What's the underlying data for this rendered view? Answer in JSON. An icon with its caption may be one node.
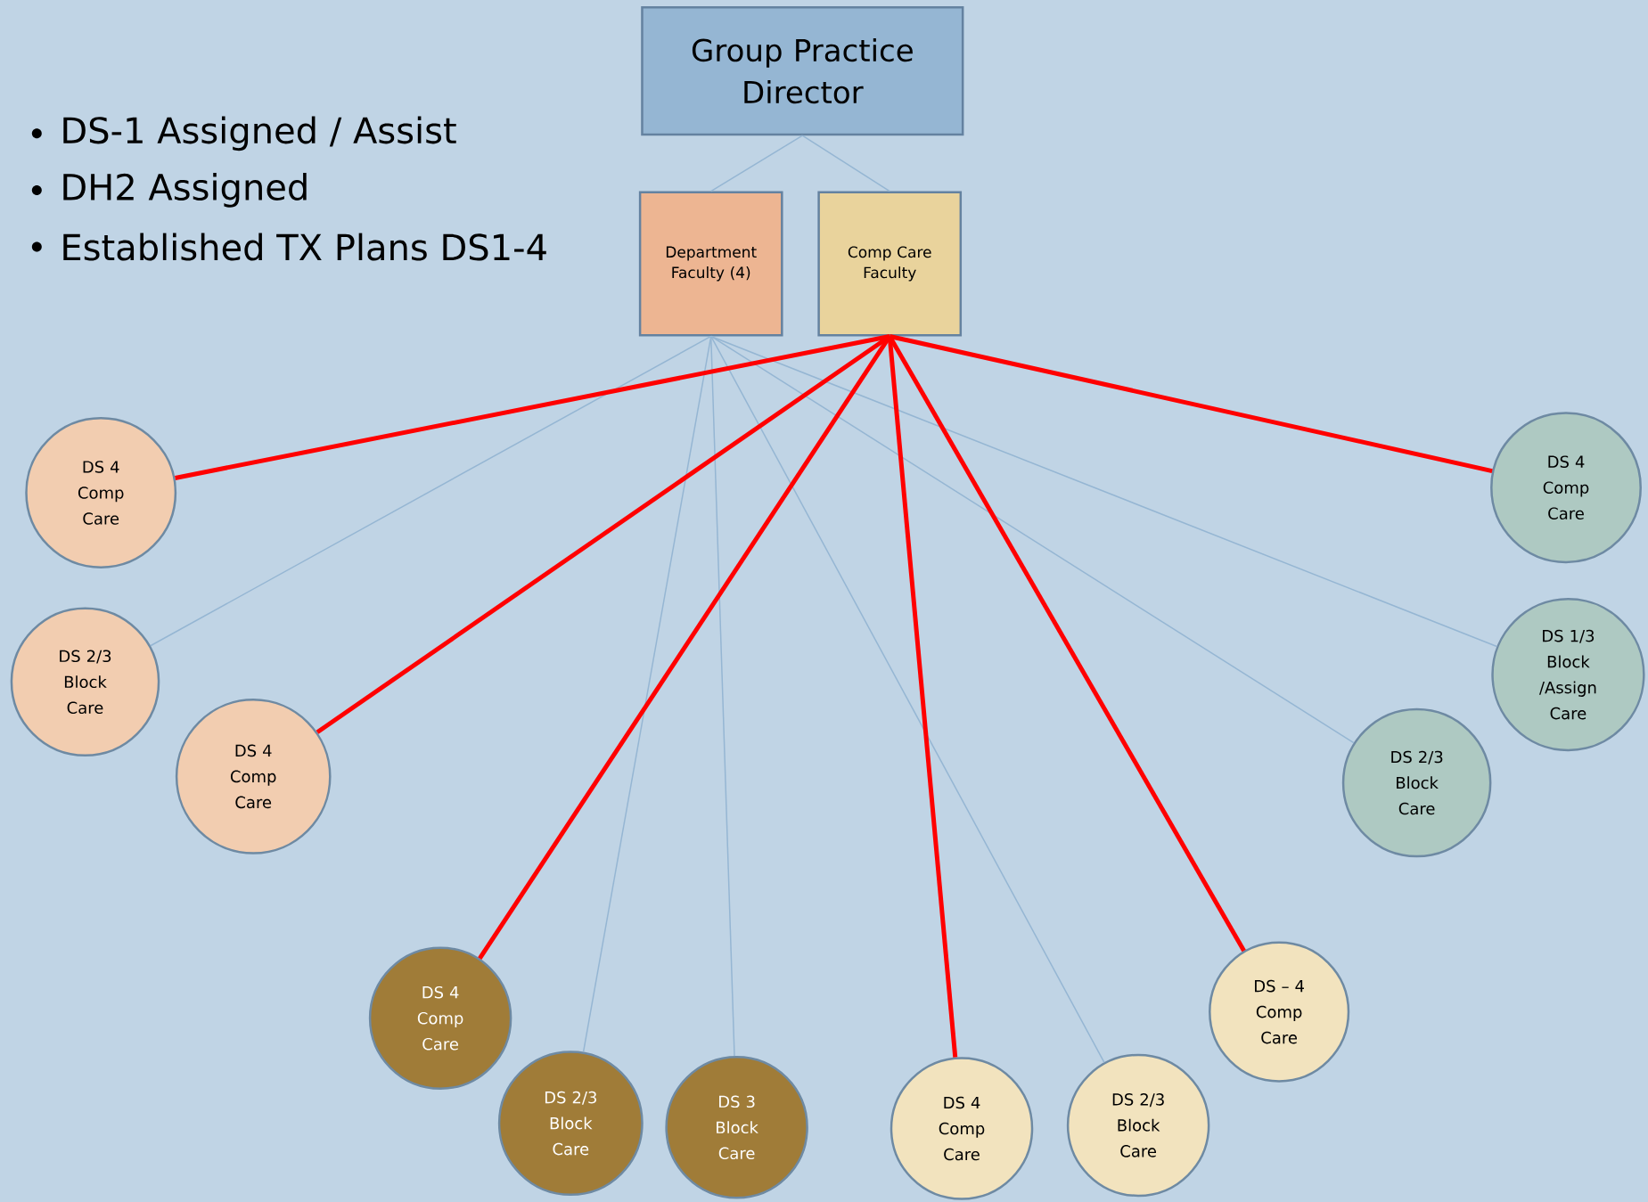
{
  "diagram": {
    "nodes": [
      {
        "text": [
          "Group Practice Director"
        ]
      },
      {
        "text": [
          "Department Faculty (4)"
        ]
      },
      {
        "text": [
          "Comp Care Faculty"
        ]
      },
      {
        "text": [
          "DS 4 Comp Care"
        ]
      },
      {
        "text": [
          "DS 2/3 Block Care"
        ]
      },
      {
        "text": [
          "DS 4 Comp Care"
        ]
      },
      {
        "text": [
          "DS 4 Comp Care"
        ]
      },
      {
        "text": [
          "DS 2/3 Block Care"
        ]
      },
      {
        "text": [
          "DS 3 Block Care"
        ]
      },
      {
        "text": [
          "DS 4 Comp Care"
        ]
      },
      {
        "text": [
          "DS 2/3 Block Care"
        ]
      },
      {
        "text": [
          "DS – 4 Comp Care"
        ]
      },
      {
        "text": [
          "DS 2/3 Block Care"
        ]
      },
      {
        "text": [
          "DS 1/3 Block /Assign Care"
        ]
      },
      {
        "text": [
          "DS 4 Comp Care"
        ]
      }
    ],
    "edges": [
      {
        "from": 0,
        "to": 1,
        "arrow": "none"
      },
      {
        "from": 0,
        "to": 2,
        "arrow": "none"
      },
      {
        "from": 1,
        "to": 4,
        "arrow": "none"
      },
      {
        "from": 1,
        "to": 7,
        "arrow": "none"
      },
      {
        "from": 1,
        "to": 8,
        "arrow": "none"
      },
      {
        "from": 1,
        "to": 10,
        "arrow": "none"
      },
      {
        "from": 1,
        "to": 12,
        "arrow": "none"
      },
      {
        "from": 1,
        "to": 13,
        "arrow": "none"
      },
      {
        "from": 2,
        "to": 3,
        "arrow": "none",
        "style": "thick",
        "color": "#ff0000"
      },
      {
        "from": 2,
        "to": 5,
        "arrow": "none",
        "style": "thick",
        "color": "#ff0000"
      },
      {
        "from": 2,
        "to": 6,
        "arrow": "none",
        "style": "thick",
        "color": "#ff0000"
      },
      {
        "from": 2,
        "to": 9,
        "arrow": "none",
        "style": "thick",
        "color": "#ff0000"
      },
      {
        "from": 2,
        "to": 11,
        "arrow": "none",
        "style": "thick",
        "color": "#ff0000"
      },
      {
        "from": 2,
        "to": 14,
        "arrow": "none",
        "style": "thick",
        "color": "#ff0000"
      }
    ],
    "labels": [
      "DS-1 Assigned / Assist",
      "DH2 Assigned",
      "Established TX Plans DS1-4"
    ]
  }
}
